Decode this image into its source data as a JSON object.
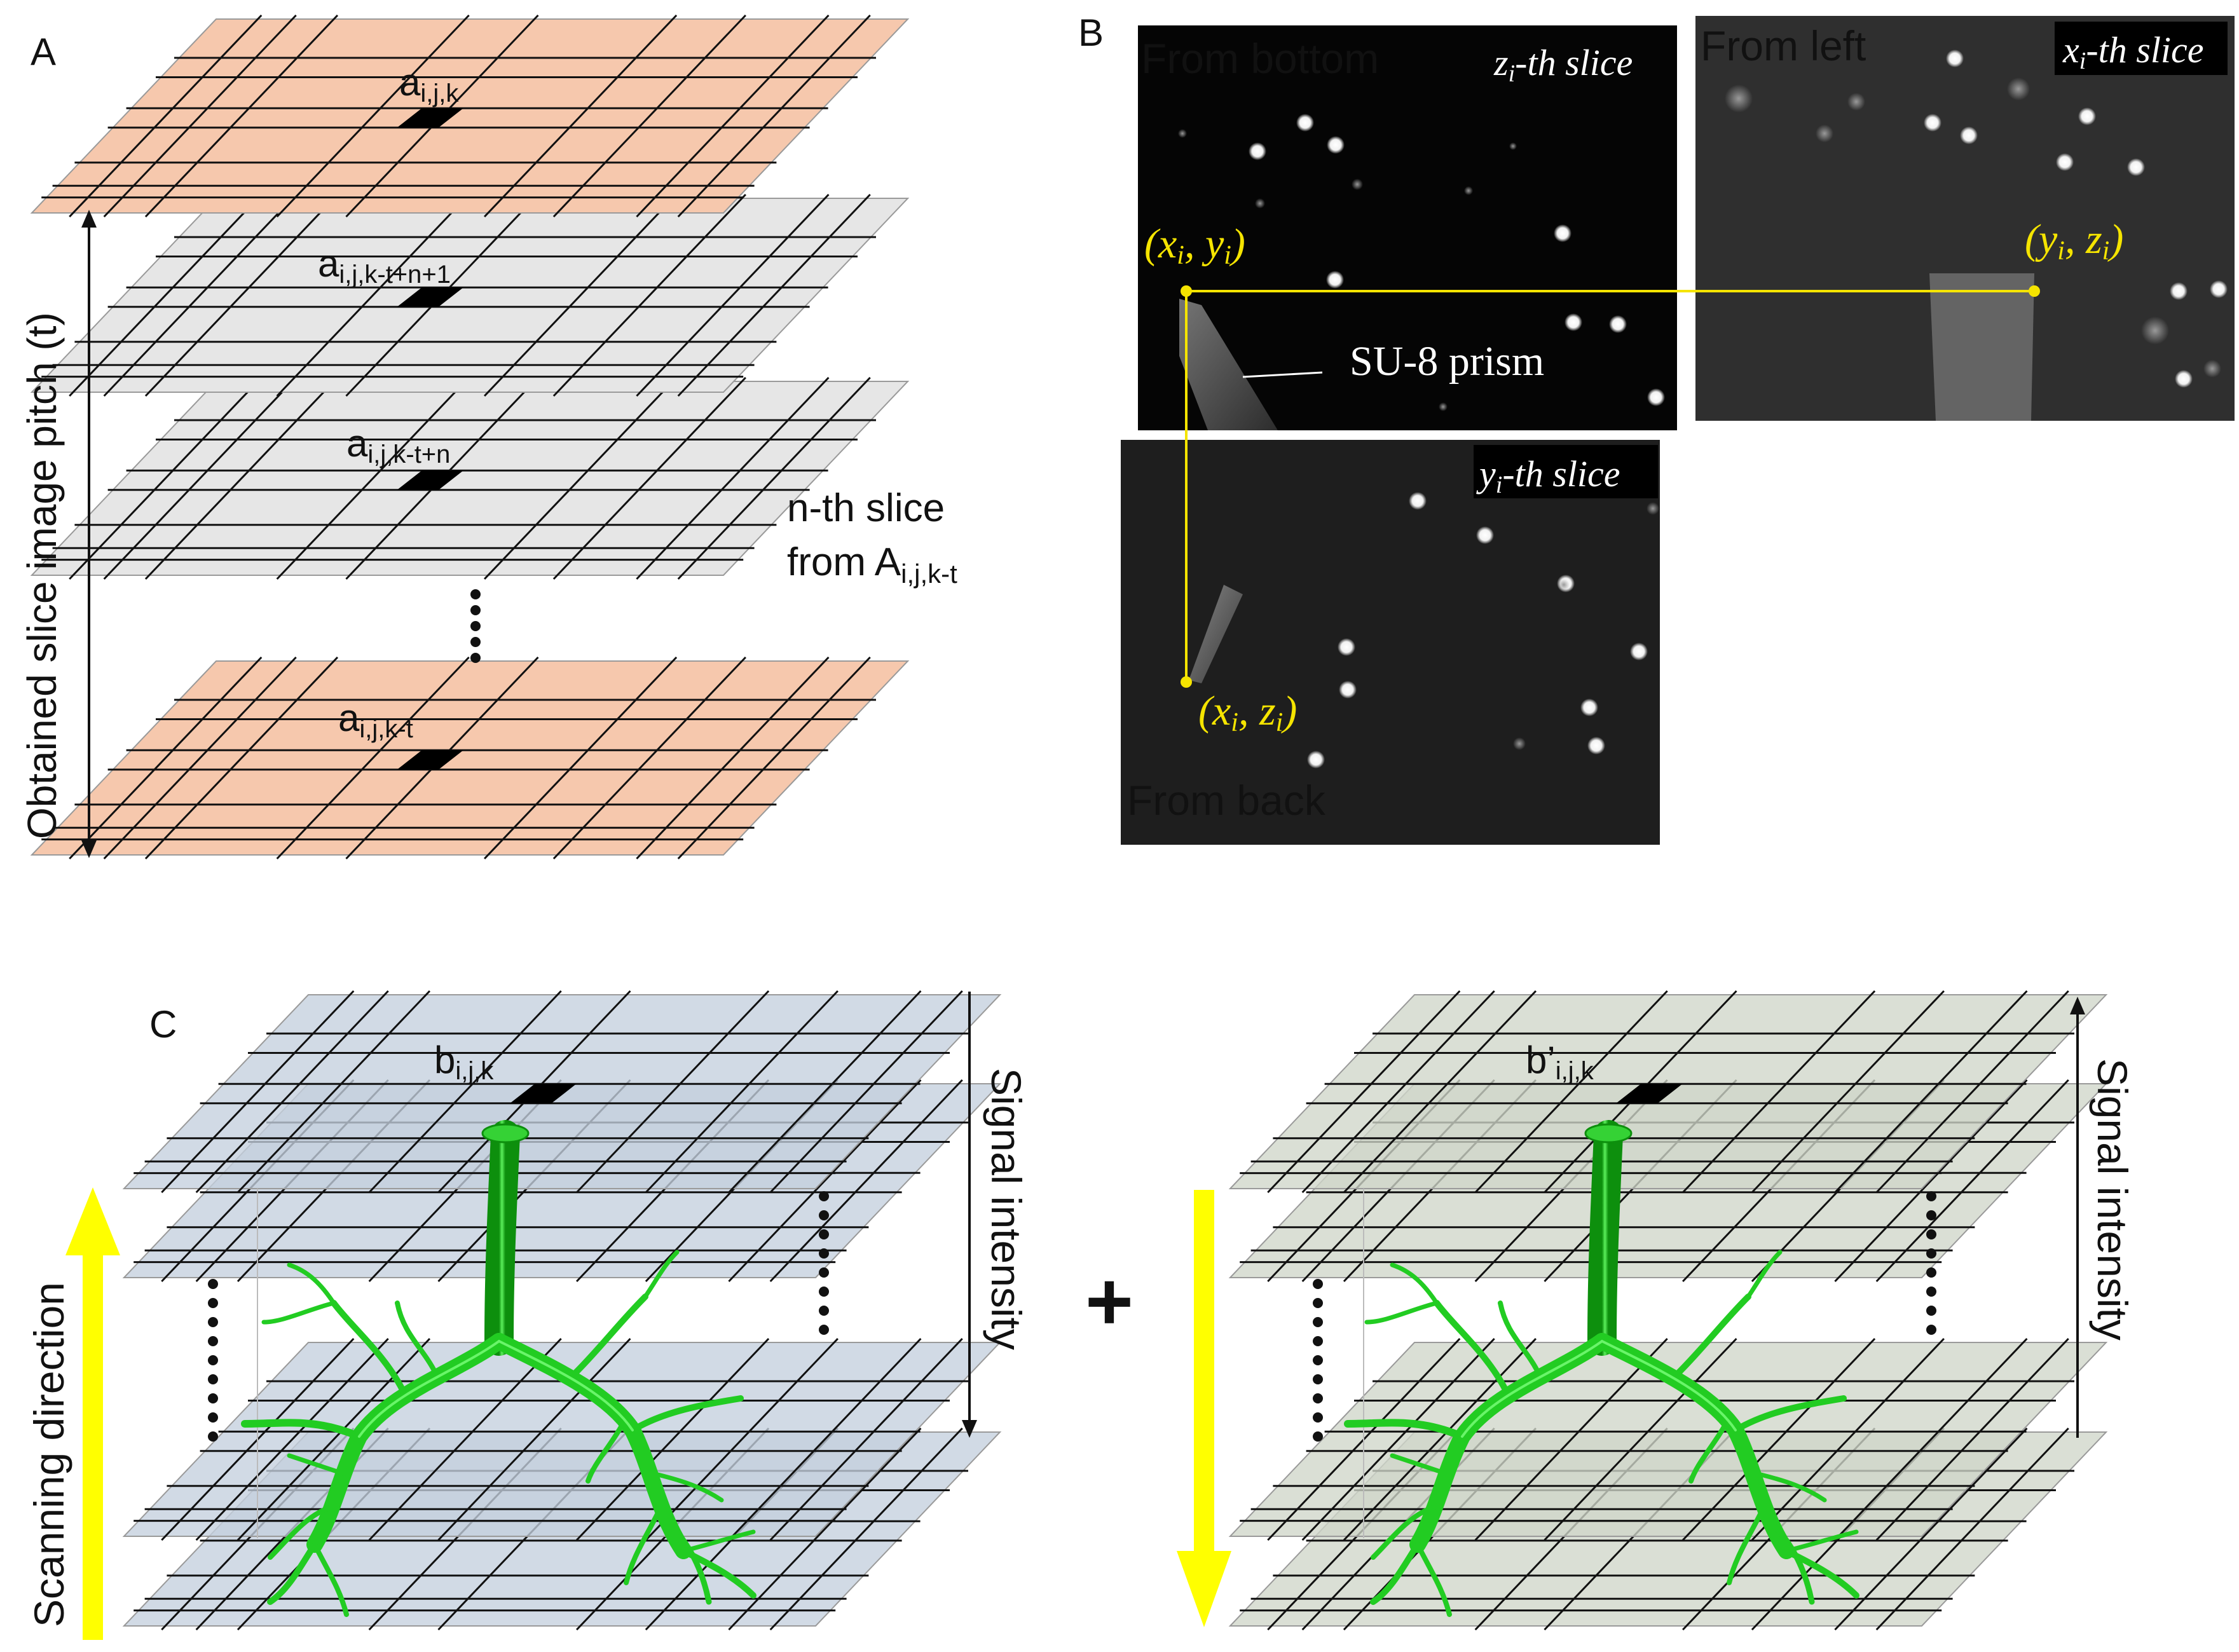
{
  "panel_a": {
    "letter": "A",
    "layers": [
      {
        "label": "a",
        "sub": "i,j,k",
        "fill": "#f6c8ad"
      },
      {
        "label": "a",
        "sub": "i,j,k-t+n+1",
        "fill": "#e6e6e6"
      },
      {
        "label": "a",
        "sub": "i,j,k-t+n",
        "fill": "#e6e6e6"
      },
      {
        "label": "a",
        "sub": "i,j,k-t",
        "fill": "#f6c8ad"
      }
    ],
    "axis_label": "Obtained slice image pitch (t)",
    "side_text_1": "n-th slice",
    "side_text_2_main": "from A",
    "side_text_2_sub": "i,j,k-t"
  },
  "panel_b": {
    "letter": "B",
    "bottom_view": {
      "title": "From bottom",
      "slice_var": "z",
      "slice_sub": "i",
      "slice_suffix": "-th slice"
    },
    "left_view": {
      "title": "From left",
      "slice_var": "x",
      "slice_sub": "i",
      "slice_suffix": "-th slice"
    },
    "back_view": {
      "title": "From back",
      "slice_var": "y",
      "slice_sub": "i",
      "slice_suffix": "-th slice"
    },
    "coord_xy": {
      "a": "x",
      "b": "y",
      "sub": "i"
    },
    "coord_yz": {
      "a": "y",
      "b": "z",
      "sub": "i"
    },
    "coord_xz": {
      "a": "x",
      "b": "z",
      "sub": "i"
    },
    "prism_label": "SU-8 prism",
    "marker_color": "#f5e400"
  },
  "panel_c": {
    "letter": "C",
    "left_cell": {
      "label": "b",
      "sub": "i,j,k"
    },
    "right_cell": {
      "label": "b’",
      "sub": "i,j,k"
    },
    "left_fill": "#c4d0de",
    "right_fill": "#cfd6c9",
    "scan_label": "Scanning direction",
    "signal_label_left": "Signal intensity",
    "signal_label_right": "Signal intensity",
    "plus": "+",
    "arrow_color": "#ffff00",
    "tree_color": "#22cc22"
  }
}
